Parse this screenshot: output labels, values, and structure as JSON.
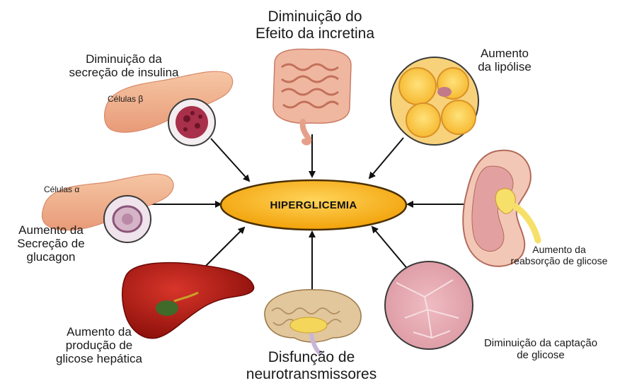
{
  "center": {
    "label": "HIPERGLICEMIA"
  },
  "nodes": {
    "incretin": {
      "line1": "Diminuição do",
      "line2": "Efeito da incretina"
    },
    "insulin": {
      "line1": "Diminuição da",
      "line2": "secreção de insulina",
      "cells": "Células β"
    },
    "lipolysis": {
      "line1": "Aumento",
      "line2": "da lipólise"
    },
    "glucagon": {
      "line1": "Aumento da",
      "line2": "Secreção de",
      "line3": "glucagon",
      "cells": "Células α"
    },
    "kidney": {
      "line1": "Aumento da",
      "line2": "reabsorção de glicose"
    },
    "liver": {
      "line1": "Aumento da",
      "line2": "produção de",
      "line3": "glicose hepática"
    },
    "brain": {
      "line1": "Disfunção de",
      "line2": "neurotransmissores"
    },
    "muscle": {
      "line1": "Diminuição da captação",
      "line2": "de glicose"
    }
  },
  "colors": {
    "center_fill": "#f7b21b",
    "center_stroke": "#4a3100",
    "arrow": "#111111"
  }
}
